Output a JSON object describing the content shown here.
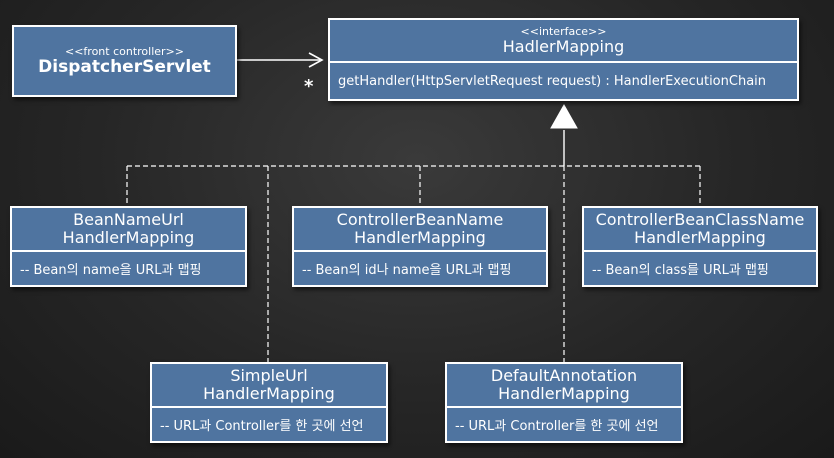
{
  "dispatcher": {
    "stereotype": "<<front controller>>",
    "name": "DispatcherServlet"
  },
  "association": {
    "multiplicity": "*"
  },
  "handler_mapping": {
    "stereotype": "<<interface>>",
    "name": "HadlerMapping",
    "method": "getHandler(HttpServletRequest request) : HandlerExecutionChain"
  },
  "implementations": [
    {
      "name_line1": "BeanNameUrl",
      "name_line2": "HandlerMapping",
      "note": "-- Bean의 name을 URL과 맵핑"
    },
    {
      "name_line1": "ControllerBeanName",
      "name_line2": "HandlerMapping",
      "note": "-- Bean의 id나 name을 URL과 맵핑"
    },
    {
      "name_line1": "ControllerBeanClassName",
      "name_line2": "HandlerMapping",
      "note": "-- Bean의 class를 URL과 맵핑"
    },
    {
      "name_line1": "SimpleUrl",
      "name_line2": "HandlerMapping",
      "note": "-- URL과 Controller를 한 곳에 선언"
    },
    {
      "name_line1": "DefaultAnnotation",
      "name_line2": "HandlerMapping",
      "note": "-- URL과 Controller를 한 곳에 선언"
    }
  ],
  "colors": {
    "box_fill": "#4f74a0",
    "box_border": "#ffffff",
    "background": "#262626",
    "connector": "#ffffff"
  }
}
